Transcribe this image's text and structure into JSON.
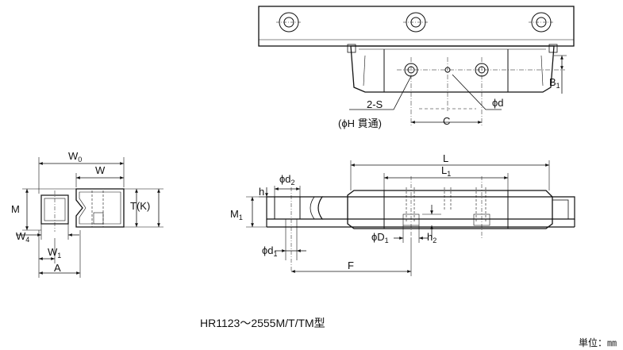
{
  "top_view": {
    "labels": {
      "s2": "2-S",
      "h_through": "(ϕH 貫通)",
      "phi_d": "ϕd",
      "C": "C",
      "B1": "B",
      "B1_sub": "1"
    }
  },
  "end_view": {
    "labels": {
      "W0": "W",
      "W0_sub": "0",
      "W": "W",
      "M": "M",
      "TK": "T(K)",
      "W4": "W",
      "W4_sub": "4",
      "W1": "W",
      "W1_sub": "1",
      "A": "A"
    }
  },
  "side_view": {
    "labels": {
      "L": "L",
      "L1": "L",
      "L1_sub": "1",
      "h": "h",
      "phi_d2": "ϕd",
      "phi_d2_sub": "2",
      "M1": "M",
      "M1_sub": "1",
      "phi_D1": "ϕD",
      "phi_D1_sub": "1",
      "h2": "h",
      "h2_sub": "2",
      "phi_d1": "ϕd",
      "phi_d1_sub": "1",
      "F": "F"
    }
  },
  "caption": "HR1123〜2555M/T/TM型",
  "unit_label": "単位：㎜"
}
